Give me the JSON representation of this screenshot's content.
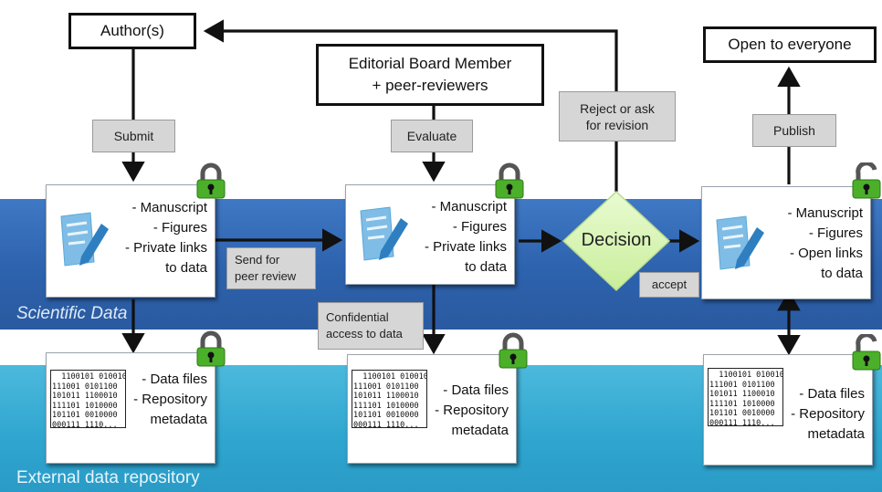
{
  "bands": {
    "scientific": "Scientific Data",
    "external": "External  data repository"
  },
  "nodes": {
    "authors": "Author(s)",
    "editorial": "Editorial Board Member\n+ peer-reviewers",
    "open": "Open to everyone",
    "decision": "Decision"
  },
  "steps": {
    "submit": "Submit",
    "evaluate": "Evaluate",
    "reject": "Reject or ask\nfor revision",
    "publish": "Publish",
    "send": "Send for\npeer review",
    "confidential": "Confidential\naccess to data",
    "accept": "accept"
  },
  "cards": {
    "manuscript_private": "- Manuscript\n-   Figures\n- Private links\nto data",
    "manuscript_open": "- Manuscript\n-   Figures\n- Open links\nto data",
    "data": "- Data files\n- Repository\nmetadata"
  },
  "binary_text": "  1100101 0100101\n111001 0101100\n101011 1100010\n111101 1010000\n101101 0010000\n000111 1110...",
  "colors": {
    "scientific_band": "#2d62ad",
    "external_band": "#2ea5cf",
    "decision_fill": "#d9f5b6",
    "lock_green": "#4caf2a",
    "doc_blue": "#5aa8d8"
  },
  "icons": [
    "document-pencil-icon",
    "binary-data-icon",
    "padlock-closed-icon",
    "padlock-open-icon"
  ]
}
